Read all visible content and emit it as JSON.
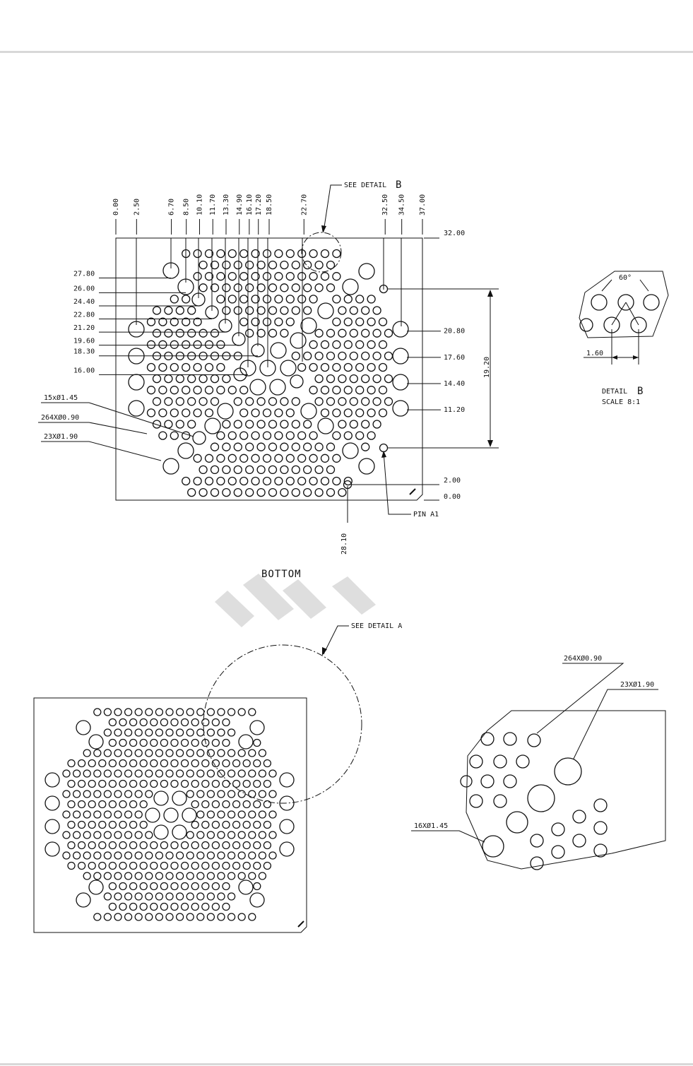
{
  "top_view": {
    "x_dims": [
      "0.00",
      "2.50",
      "6.70",
      "8.50",
      "10.10",
      "11.70",
      "13.30",
      "14.90",
      "16.10",
      "17.20",
      "18.50",
      "22.70",
      "32.50",
      "34.50",
      "37.00"
    ],
    "y_dims_left": [
      "27.80",
      "26.00",
      "24.40",
      "22.80",
      "21.20",
      "19.60",
      "18.30",
      "16.00"
    ],
    "y_dims_right": [
      "20.80",
      "17.60",
      "14.40",
      "11.20"
    ],
    "top_right_dim": "32.00",
    "bottom_right_dims": [
      "2.00",
      "0.00"
    ],
    "span_dim": "19.20",
    "bottom_dim": "28.10",
    "see_detail_b": "SEE DETAIL",
    "detail_b_letter": "B",
    "callouts": [
      "15xØ1.45",
      "264XØ0.90",
      "23XØ1.90"
    ],
    "pin_label": "PIN A1",
    "view_label": "BOTTOM"
  },
  "detail_b": {
    "angle": "60°",
    "pitch": "1.60",
    "title": "DETAIL",
    "letter": "B",
    "scale": "SCALE 8:1"
  },
  "bottom_view": {
    "see_detail_a": "SEE DETAIL A"
  },
  "detail_a": {
    "callouts": [
      "264XØ0.90",
      "23XØ1.90",
      "16XØ1.45"
    ]
  }
}
